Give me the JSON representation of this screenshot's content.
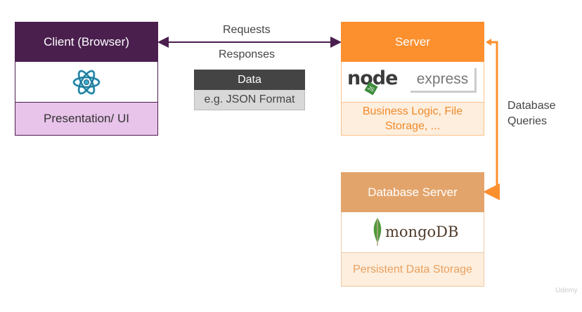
{
  "client": {
    "title": "Client (Browser)",
    "logo_icon": "react-logo-icon",
    "footer": "Presentation/ UI"
  },
  "connection": {
    "requests": "Requests",
    "responses": "Responses"
  },
  "data_box": {
    "title": "Data",
    "subtitle": "e.g. JSON Format"
  },
  "server": {
    "title": "Server",
    "logos": [
      "node",
      "express"
    ],
    "node_js_badge": "JS",
    "footer": "Business Logic, File Storage, ..."
  },
  "db_link": {
    "label": "Database Queries"
  },
  "database": {
    "title": "Database Server",
    "logo_text": "mongoDB",
    "footer": "Persistent Data Storage"
  },
  "watermark": "Udemy",
  "colors": {
    "client": "#4a1f4e",
    "client_light": "#e8c3ea",
    "server": "#fc8f2e",
    "server_light": "#fdeedd",
    "database": "#e3a46b",
    "arrow_client": "#4a1f4e",
    "arrow_db": "#fc8f2e",
    "react": "#61dafb"
  }
}
